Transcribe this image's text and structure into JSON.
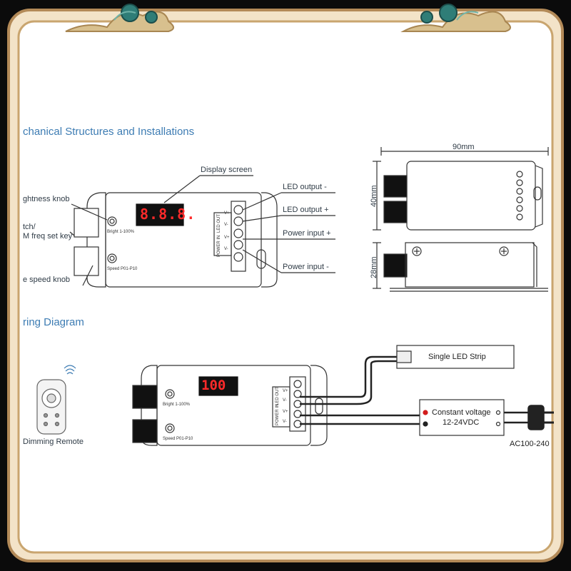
{
  "section1": {
    "title": "chanical Structures and Installations"
  },
  "section2": {
    "title": "ring Diagram"
  },
  "callouts": {
    "display_screen": "Display screen",
    "brightness_knob": "ghtness knob",
    "switch_line1": "tch/",
    "switch_line2": "M freq set key",
    "speed_knob": "e speed knob",
    "led_output_minus": "LED output -",
    "led_output_plus": "LED output +",
    "power_input_plus": "Power input +",
    "power_input_minus": "Power input -"
  },
  "dimensions": {
    "width": "90mm",
    "height_front": "40mm",
    "height_side": "28mm"
  },
  "controller": {
    "display_top": "8.8.8.",
    "display_bottom": "100",
    "bright_label": "Bright 1-100%",
    "speed_label": "Speed P01-P10",
    "terminal_led_out": "LED OUT",
    "terminal_power_in": "POWER IN",
    "term_vplus_1": "V+",
    "term_vminus_1": "V-",
    "term_vplus_2": "V+",
    "term_vminus_2": "V-"
  },
  "wiring": {
    "remote_label": "Dimming Remote",
    "led_strip": "Single LED Strip",
    "psu_line1": "Constant voltage",
    "psu_line2": "12-24VDC",
    "ac_label": "AC100-240"
  },
  "colors": {
    "frame_gold": "#d2b07a",
    "frame_teal": "#2f7d77",
    "title_blue": "#3d7cb3",
    "wire_red": "#d21c1c"
  }
}
